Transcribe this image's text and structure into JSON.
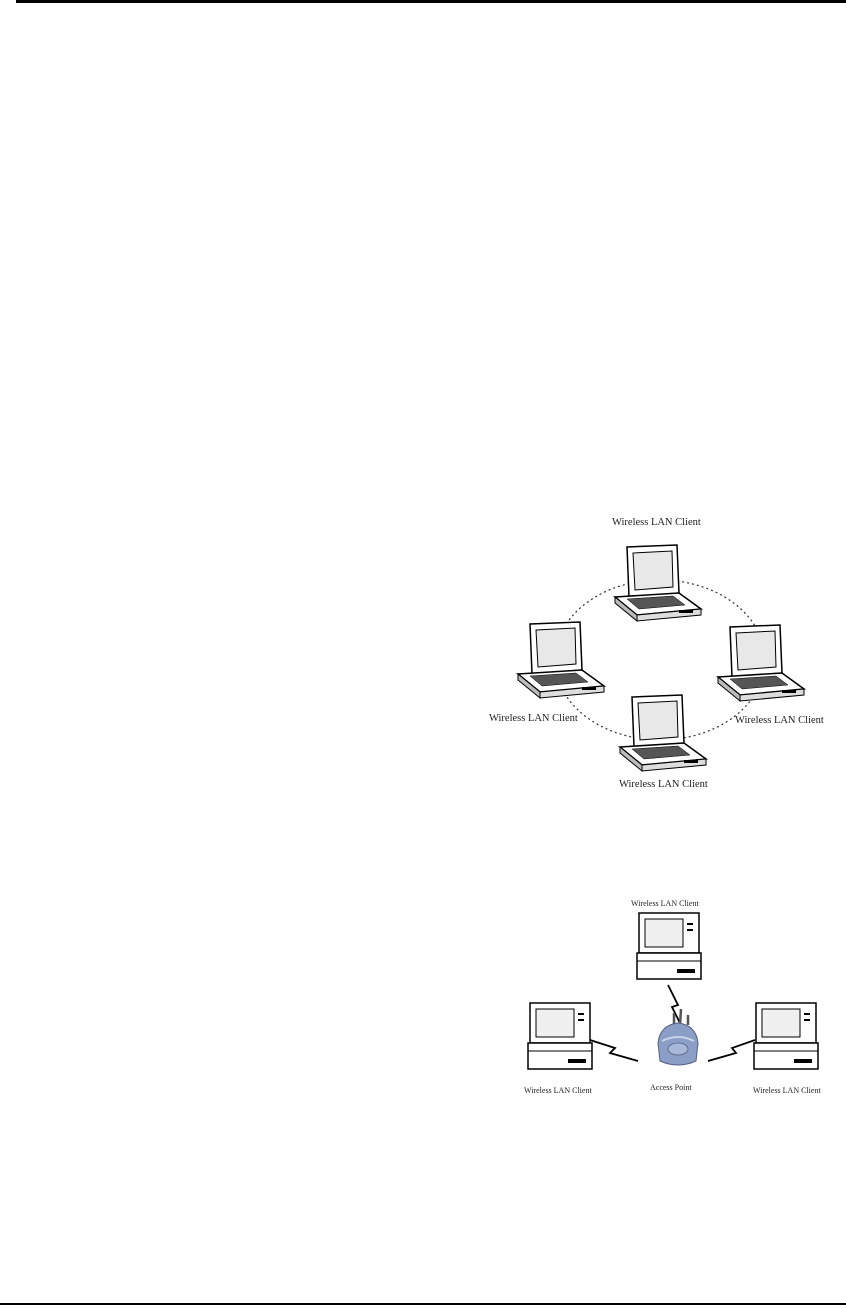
{
  "diagrams": {
    "adhoc": {
      "clients": [
        {
          "label": "Wireless LAN Client"
        },
        {
          "label": "Wireless LAN Client"
        },
        {
          "label": "Wireless LAN Client"
        },
        {
          "label": "Wireless LAN Client"
        }
      ]
    },
    "infrastructure": {
      "clients": [
        {
          "label": "Wireless LAN Client"
        },
        {
          "label": "Wireless LAN Client"
        },
        {
          "label": "Wireless LAN Client"
        }
      ],
      "access_point": {
        "label": "Access Point",
        "color": "#8b9fc6"
      }
    }
  }
}
